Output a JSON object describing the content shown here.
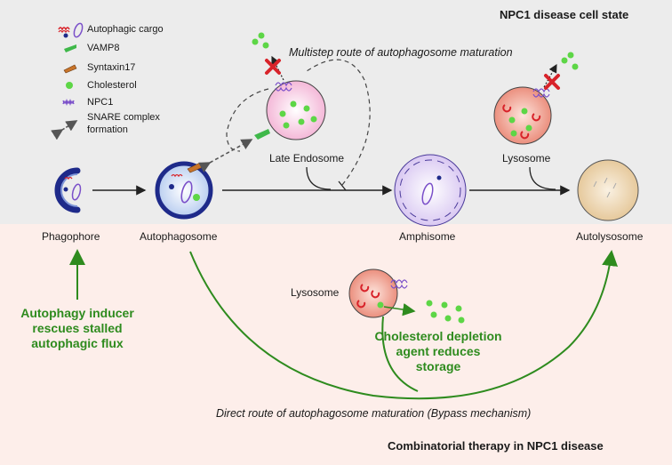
{
  "titles": {
    "top": "NPC1 disease cell state",
    "bottom": "Combinatorial therapy in NPC1 disease"
  },
  "legend": {
    "cargo": "Autophagic cargo",
    "vamp8": "VAMP8",
    "syntaxin": "Syntaxin17",
    "cholesterol": "Cholesterol",
    "npc1": "NPC1",
    "snare_line1": "SNARE complex",
    "snare_line2": "formation"
  },
  "routes": {
    "multistep": "Multistep route of autophagosome maturation",
    "direct": "Direct route of autophagosome maturation (Bypass mechanism)"
  },
  "stages": {
    "phagophore": "Phagophore",
    "autophagosome": "Autophagosome",
    "amphisome": "Amphisome",
    "autolysosome": "Autolysosome",
    "late_endosome": "Late Endosome",
    "lysosome_top": "Lysosome",
    "lysosome_bottom": "Lysosome"
  },
  "therapy": {
    "inducer": [
      "Autophagy inducer",
      "rescues stalled",
      "autophagic flux"
    ],
    "depletion": [
      "Cholesterol depletion",
      "agent reduces",
      "storage"
    ]
  },
  "colors": {
    "green": "#2e8b1e",
    "cholesterol": "#5dd646",
    "npc1": "#7a4fc9",
    "syntaxin": "#c8742a",
    "vamp8": "#3fb84a",
    "block": "#d8232a",
    "membrane": "#1e2a8a"
  }
}
